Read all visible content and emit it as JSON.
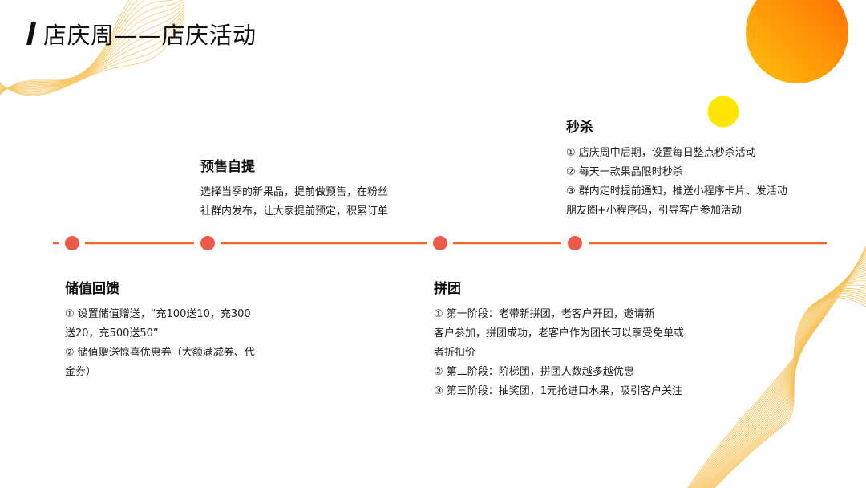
{
  "page": {
    "title": "店庆周——店庆活动"
  },
  "colors": {
    "accent": "#F26522",
    "dot": "#EE5A4A",
    "sun_start": "#FFC20E",
    "sun_end": "#FF7A00",
    "small_sun": "#FFE600",
    "wave": "#F5B536"
  },
  "sections": {
    "presale": {
      "title": "预售自提",
      "lines": [
        "选择当季的新果品，提前做预售，在粉丝",
        "社群内发布，让大家提前预定，积累订单"
      ]
    },
    "flash": {
      "title": "秒杀",
      "lines": [
        "① 店庆周中后期，设置每日整点秒杀活动",
        "② 每天一款果品限时秒杀",
        "③ 群内定时提前通知，推送小程序卡片、发活动",
        "朋友圈+小程序码，引导客户参加活动"
      ]
    },
    "stored": {
      "title": "储值回馈",
      "lines": [
        "① 设置储值赠送，“充100送10，充300",
        "送20，充500送50”",
        "② 储值赠送惊喜优惠券（大额满减券、代",
        "金券）"
      ]
    },
    "group": {
      "title": "拼团",
      "lines": [
        "① 第一阶段：老带新拼团，老客户开团，邀请新",
        "客户参加，拼团成功，老客户作为团长可以享受免单或",
        "者折扣价",
        "② 第二阶段：阶梯团，拼团人数越多越优惠",
        "③ 第三阶段：抽奖团，1元抢进口水果，吸引客户关注"
      ]
    }
  }
}
